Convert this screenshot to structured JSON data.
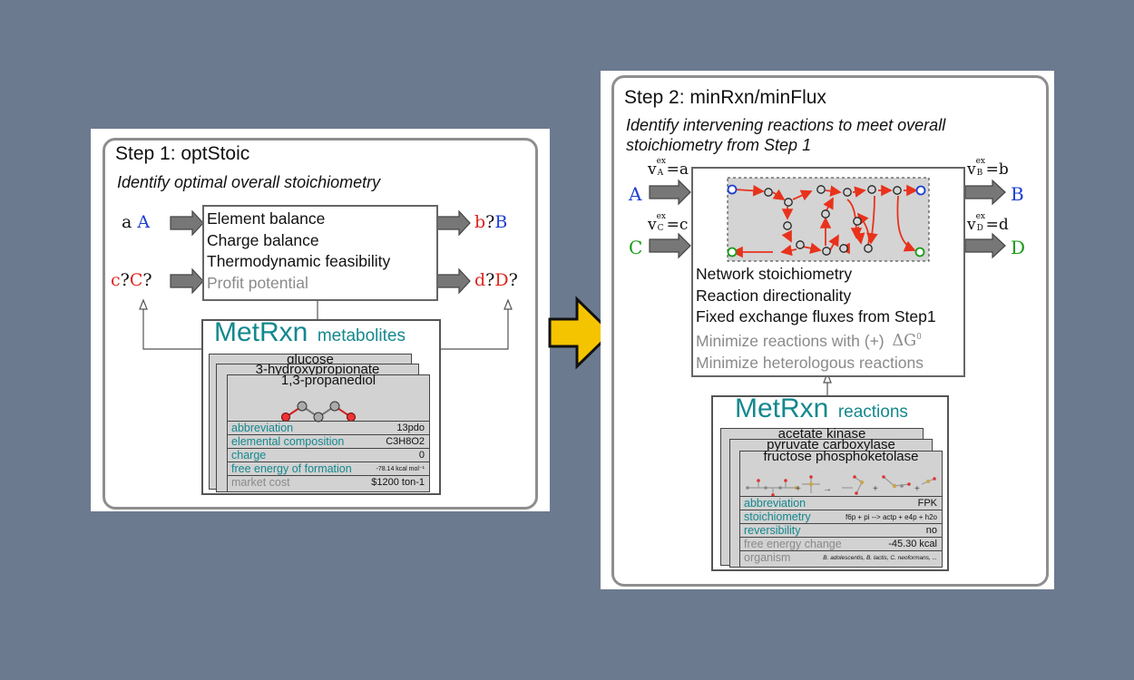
{
  "step1": {
    "title": "Step 1: optStoic",
    "subtitle": "Identify optimal overall stoichiometry",
    "in_a_coef": "a",
    "in_a_met": "A",
    "in_c_coef": "c",
    "in_c_q1": "?",
    "in_c_met": "C",
    "in_c_q2": "?",
    "out_b_coef": "b",
    "out_b_q": "?",
    "out_b_met": "B",
    "out_d_coef": "d",
    "out_d_q1": "?",
    "out_d_met": "D",
    "out_d_q2": "?",
    "constraints": [
      "Element balance",
      "Charge balance",
      "Thermodynamic feasibility",
      "Profit potential"
    ],
    "db_name": "MetRxn",
    "db_sub": "metabolites",
    "sheets": [
      "glucose",
      "3-hydroxypropionate",
      "1,3-propanediol"
    ],
    "fields": [
      {
        "key": "abbreviation",
        "value": "13pdo"
      },
      {
        "key": "elemental composition",
        "value": "C3H8O2"
      },
      {
        "key": "charge",
        "value": "0"
      },
      {
        "key": "free energy of formation",
        "value": "-78.14 kcal mol⁻¹"
      },
      {
        "key": "market cost",
        "value": "$1200 ton-1"
      }
    ]
  },
  "step2": {
    "title": "Step 2: minRxn/minFlux",
    "subtitle_line1": "Identify intervening reactions to meet overall",
    "subtitle_line2": "stoichiometry from Step 1",
    "flux_a": "v",
    "flux_a_sup": "ex",
    "flux_a_sub": "A",
    "flux_a_val": "=a",
    "flux_c": "v",
    "flux_c_sup": "ex",
    "flux_c_sub": "C",
    "flux_c_val": "=c",
    "flux_b": "v",
    "flux_b_sup": "ex",
    "flux_b_sub": "B",
    "flux_b_val": "=b",
    "flux_d": "v",
    "flux_d_sup": "ex",
    "flux_d_sub": "D",
    "flux_d_val": "=d",
    "met_a": "A",
    "met_c": "C",
    "met_b": "B",
    "met_d": "D",
    "constraints": [
      "Network stoichiometry",
      "Reaction directionality",
      "Fixed exchange fluxes from Step1",
      "Minimize reactions with (+) ",
      "Minimize heterologous reactions"
    ],
    "delta_g": "ΔG",
    "delta_g_sup": "0",
    "db_name": "MetRxn",
    "db_sub": "reactions",
    "sheets": [
      "acetate kinase",
      "pyruvate carboxylase",
      "fructose phosphoketolase"
    ],
    "fields": [
      {
        "key": "abbreviation",
        "value": "FPK"
      },
      {
        "key": "stoichiometry",
        "value": "f6p + pi --> actp + e4p + h2o"
      },
      {
        "key": "reversibility",
        "value": "no"
      },
      {
        "key": "free energy change",
        "value": "-45.30 kcal"
      },
      {
        "key": "organism",
        "value": "B. adolescentis, B. lactis, C. neoformans, ..."
      }
    ]
  },
  "colors": {
    "background": "#6b7a8f",
    "card_border": "#8e8e8e",
    "teal": "#14888e",
    "arrow_yellow": "#f5c400",
    "blue": "#1e3fd0",
    "red": "#e0251b",
    "green": "#1a9a1a",
    "network_edge": "#e8321c"
  }
}
